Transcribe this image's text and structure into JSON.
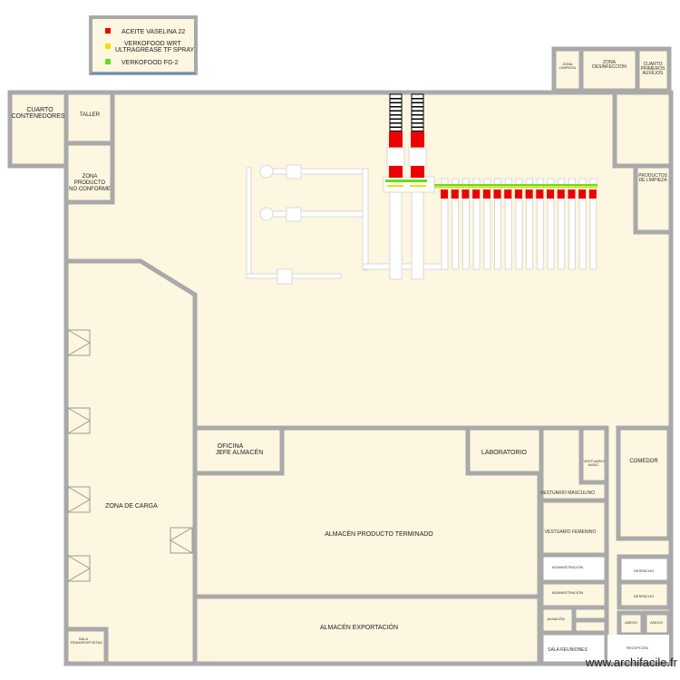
{
  "legend": {
    "items": [
      {
        "label": "ACEITE VASELINA 22",
        "color": "#ee0000"
      },
      {
        "label": "VERKOFOOD WRT",
        "label2": "ULTRAGREASE TF SPRAY",
        "color": "#f0e000"
      },
      {
        "label": "VERKOFOOD FG-2",
        "color": "#66dd22"
      }
    ]
  },
  "rooms": {
    "cuarto_contenedores": [
      "CUARTO",
      "CONTENEDORES"
    ],
    "taller": "TALLER",
    "zona_producto": [
      "ZONA",
      "PRODUCTO",
      "NO CONFORME"
    ],
    "zona_limpieza": [
      "ZONA",
      "LIMPIEZA"
    ],
    "zona_desinfeccion": [
      "ZONA",
      "DESINFECCIÓN"
    ],
    "cuarto_primeros_auxilios": [
      "CUARTO",
      "PRIMEROS",
      "AUXILIOS"
    ],
    "productos_limpieza": [
      "PRODUCTOS",
      "DE LIMPIEZA"
    ],
    "zona_de_carga": "ZONA DE CARGA",
    "oficina": [
      "OFICINA",
      "JEFE ALMACÉN"
    ],
    "laboratorio": "LABORATORIO",
    "almacen_producto": "ALMACÉN PRODUCTO TERMINADO",
    "almacen_exportacion": "ALMACÉN EXPORTACIÓN",
    "vestuario_masculino": "VESTUARIO MASCULINO",
    "vestuario_fem": "VESTUARIO FEMENINO",
    "vestuario_small": [
      "VESTUARIO",
      "MASC."
    ],
    "comedor": "COMEDOR",
    "administracion1": "ADMINISTRACIÓN",
    "administracion2": "ADMINISTRACIÓN",
    "despacho1": "DESPACHO",
    "despacho2": "DESPACHO",
    "almacen_small": "ALMACÉN",
    "aseo1": "ASEOS",
    "aseo2": "ASEOS",
    "sala_reuniones": "SALA REUNIONES",
    "recepcion": "RECEPCIÓN",
    "sala_transportistas": [
      "SALA",
      "TRANSPORTISTAS"
    ]
  },
  "watermark": "www.archifacile.fr",
  "colors": {
    "wall": "#a9a9a9",
    "floor": "#fdf6e0",
    "red": "#ee0000",
    "yellow": "#f0e000",
    "green": "#66dd22"
  }
}
